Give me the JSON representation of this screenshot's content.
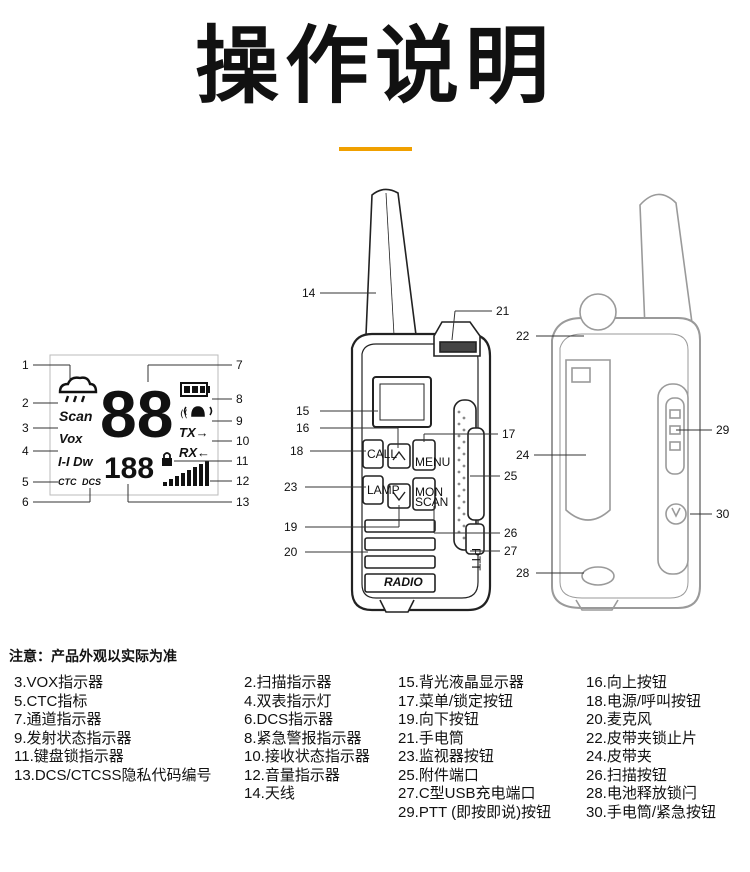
{
  "title": "操作说明",
  "note": "注意：产品外观以实际为准",
  "lcd": {
    "scan": "Scan",
    "vox": "Vox",
    "dw": "I-I Dw",
    "ctc": "CTC",
    "dcs": "DCS",
    "big_digits": "88",
    "small_digits": "188",
    "tx": "TX→",
    "rx": "RX←"
  },
  "radio": {
    "brand": "RADIO",
    "left_keys": [
      "CALL",
      "LAMP"
    ],
    "right_keys": [
      "MENU",
      "MON",
      "SCAN"
    ],
    "side_text": "PTT"
  },
  "callouts": {
    "lcd": [
      "1",
      "2",
      "3",
      "4",
      "5",
      "6",
      "7",
      "8",
      "9",
      "10",
      "11",
      "12",
      "13"
    ],
    "front": [
      "14",
      "15",
      "16",
      "17",
      "18",
      "19",
      "20",
      "21",
      "23",
      "25",
      "26",
      "27"
    ],
    "back": [
      "22",
      "24",
      "28",
      "29",
      "30"
    ]
  },
  "legend": [
    [
      "3.VOX指示器",
      "5.CTC指标",
      "7.通道指示器",
      "9.发射状态指示器",
      "11.键盘锁指示器",
      "13.DCS/CTCSS隐私代码编号"
    ],
    [
      "2.扫描指示器",
      "4.双表指示灯",
      "6.DCS指示器",
      "8.紧急警报指示器",
      "10.接收状态指示器",
      "12.音量指示器",
      "14.天线"
    ],
    [
      "15.背光液晶显示器",
      "17.菜单/锁定按钮",
      "19.向下按钮",
      "21.手电筒",
      "23.监视器按钮",
      "25.附件端口",
      "27.C型USB充电端口",
      "29.PTT (即按即说)按钮"
    ],
    [
      "16.向上按钮",
      "18.电源/呼叫按钮",
      "20.麦克风",
      "22.皮带夹锁止片",
      "24.皮带夹",
      "26.扫描按钮",
      "28.电池释放锁闩",
      "30.手电筒/紧急按钮"
    ]
  ]
}
